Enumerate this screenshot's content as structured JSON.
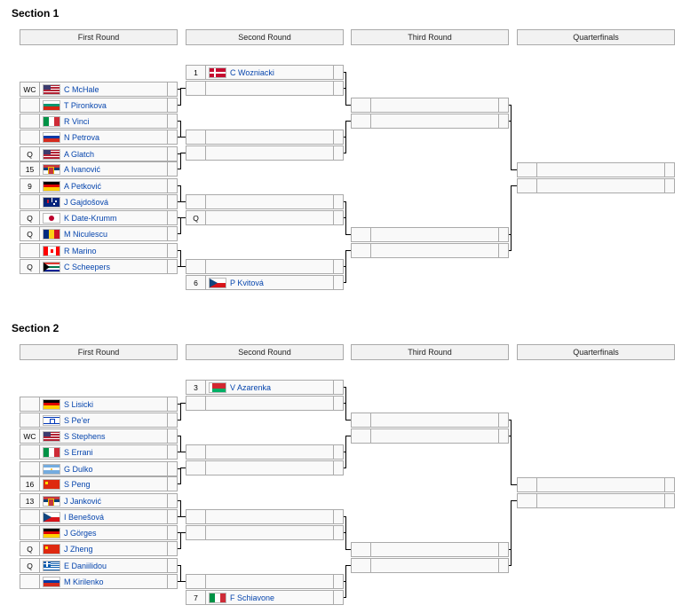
{
  "sections": [
    {
      "title": "Section 1",
      "rounds": [
        "First Round",
        "Second Round",
        "Third Round",
        "Quarterfinals"
      ],
      "first_round": [
        {
          "seed": "WC",
          "flag": "usa",
          "name": "C McHale"
        },
        {
          "seed": "",
          "flag": "bul",
          "name": "T Pironkova"
        },
        {
          "seed": "",
          "flag": "ita",
          "name": "R Vinci"
        },
        {
          "seed": "",
          "flag": "rus",
          "name": "N Petrova"
        },
        {
          "seed": "Q",
          "flag": "usa",
          "name": "A Glatch"
        },
        {
          "seed": "15",
          "flag": "srb",
          "name": "A Ivanović"
        },
        {
          "seed": "9",
          "flag": "ger",
          "name": "A Petković"
        },
        {
          "seed": "",
          "flag": "aus",
          "name": "J Gajdošová"
        },
        {
          "seed": "Q",
          "flag": "jpn",
          "name": "K Date-Krumm"
        },
        {
          "seed": "Q",
          "flag": "rou",
          "name": "M Niculescu"
        },
        {
          "seed": "",
          "flag": "can",
          "name": "R Marino"
        },
        {
          "seed": "Q",
          "flag": "rsa",
          "name": "C Scheepers"
        }
      ],
      "second_round": [
        {
          "seed": "1",
          "flag": "den",
          "name": "C Wozniacki"
        },
        {
          "seed": "",
          "flag": "",
          "name": ""
        },
        {
          "seed": "",
          "flag": "",
          "name": ""
        },
        {
          "seed": "",
          "flag": "",
          "name": ""
        },
        {
          "seed": "",
          "flag": "",
          "name": ""
        },
        {
          "seed": "Q",
          "flag": "",
          "name": ""
        },
        {
          "seed": "",
          "flag": "",
          "name": ""
        },
        {
          "seed": "6",
          "flag": "cze",
          "name": "P Kvitová"
        }
      ]
    },
    {
      "title": "Section 2",
      "rounds": [
        "First Round",
        "Second Round",
        "Third Round",
        "Quarterfinals"
      ],
      "first_round": [
        {
          "seed": "",
          "flag": "ger",
          "name": "S Lisicki"
        },
        {
          "seed": "",
          "flag": "isr",
          "name": "S Pe'er"
        },
        {
          "seed": "WC",
          "flag": "usa",
          "name": "S Stephens"
        },
        {
          "seed": "",
          "flag": "ita",
          "name": "S Errani"
        },
        {
          "seed": "",
          "flag": "arg",
          "name": "G Dulko"
        },
        {
          "seed": "16",
          "flag": "chn",
          "name": "S Peng"
        },
        {
          "seed": "13",
          "flag": "srb",
          "name": "J Janković"
        },
        {
          "seed": "",
          "flag": "cze",
          "name": "I Benešová"
        },
        {
          "seed": "",
          "flag": "ger",
          "name": "J Görges"
        },
        {
          "seed": "Q",
          "flag": "chn",
          "name": "J Zheng"
        },
        {
          "seed": "Q",
          "flag": "gre",
          "name": "E Daniilidou"
        },
        {
          "seed": "",
          "flag": "rus",
          "name": "M Kirilenko"
        }
      ],
      "second_round": [
        {
          "seed": "3",
          "flag": "blr",
          "name": "V Azarenka"
        },
        {
          "seed": "",
          "flag": "",
          "name": ""
        },
        {
          "seed": "",
          "flag": "",
          "name": ""
        },
        {
          "seed": "",
          "flag": "",
          "name": ""
        },
        {
          "seed": "",
          "flag": "",
          "name": ""
        },
        {
          "seed": "",
          "flag": "",
          "name": ""
        },
        {
          "seed": "",
          "flag": "",
          "name": ""
        },
        {
          "seed": "7",
          "flag": "ita",
          "name": "F Schiavone"
        }
      ]
    }
  ]
}
